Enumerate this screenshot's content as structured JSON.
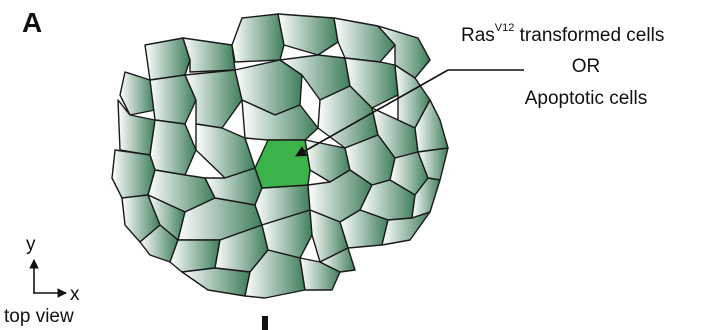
{
  "panel": {
    "letter": "A"
  },
  "callout": {
    "label_main": "Ras",
    "label_super": "V12",
    "label_rest": " transformed cells",
    "label_or": "OR",
    "label_alt": "Apoptotic cells"
  },
  "axes": {
    "y_label": "y",
    "x_label": "x",
    "view_label": "top view"
  },
  "colors": {
    "cell_light": "#ffffff",
    "cell_dark": "#3f7e5b",
    "highlight": "#3bb24a",
    "stroke": "#1a1a1a"
  }
}
